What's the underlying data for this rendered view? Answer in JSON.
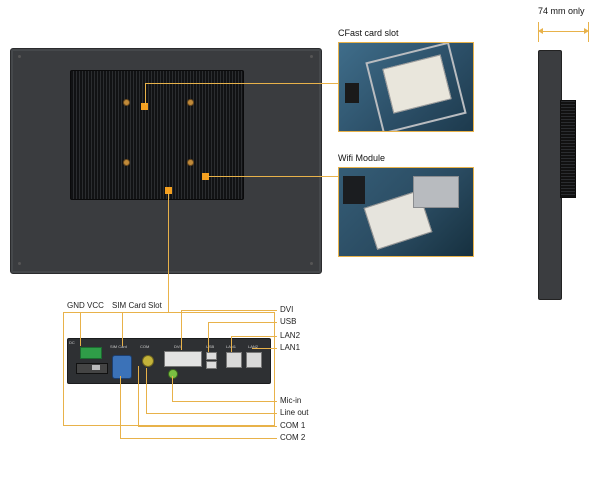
{
  "labels": {
    "cfast_title": "CFast card slot",
    "wifi_title": "Wifi Module",
    "depth": "74 mm only",
    "gnd_vcc": "GND VCC",
    "sim_card_slot": "SIM Card Slot",
    "dvi": "DVI",
    "usb": "USB",
    "lan2": "LAN2",
    "lan1": "LAN1",
    "mic_in": "Mic-in",
    "line_out": "Line out",
    "com1": "COM 1",
    "com2": "COM 2"
  },
  "panel_silkscreen": {
    "dc": "DC",
    "sim": "SIM Card",
    "com": "COM",
    "dvi": "DVI",
    "usb": "USB",
    "lan1": "LAN1",
    "lan2": "LAN2"
  },
  "colors": {
    "accent": "#e8b24a",
    "marker": "#f4a020",
    "chassis": "#3a3c3f"
  }
}
